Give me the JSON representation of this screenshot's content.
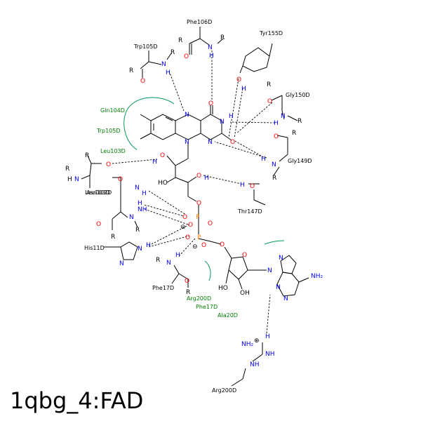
{
  "title": "1qbg_4:FAD",
  "residues": {
    "phe106d": "Phe106D",
    "tyr155d": "Tyr155D",
    "trp105d": "Trp105D",
    "gly150d": "Gly150D",
    "gly149d": "Gly149D",
    "leu103d_overlap_a": "Leu103D",
    "leu103d_overlap_b": "Asn102D",
    "thr147d": "Thr147D",
    "his11d": "His11D",
    "phe17d": "Phe17D",
    "arg200d": "Arg200D"
  },
  "hydrophobic": {
    "gln104d": "Gln104D",
    "trp105d": "Trp105D",
    "leu103d": "Leu103D",
    "arg200d": "Arg200D",
    "phe17d": "Phe17D",
    "ala20d": "Ala20D"
  },
  "atoms": {
    "n": "N",
    "h": "H",
    "o": "O",
    "p": "P",
    "r": "R",
    "ho": "HO",
    "oh": "OH",
    "nh2": "NH₂",
    "nh": "NH",
    "minus": "⊖",
    "plus": "⊕"
  },
  "colors": {
    "nitrogen": "#0000ff",
    "oxygen": "#ff0000",
    "phosphorus": "#ff8000",
    "hydrophobic": "#007f00"
  }
}
